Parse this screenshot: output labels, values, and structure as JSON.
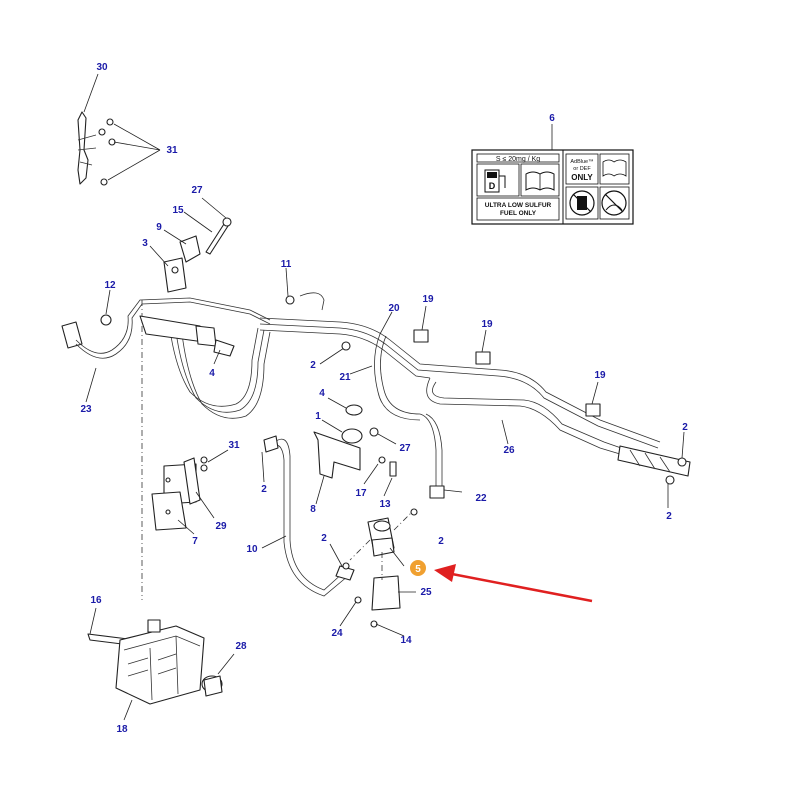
{
  "callouts": [
    {
      "id": "c30",
      "text": "30"
    },
    {
      "id": "c31a",
      "text": "31"
    },
    {
      "id": "c6",
      "text": "6"
    },
    {
      "id": "c27a",
      "text": "27"
    },
    {
      "id": "c15",
      "text": "15"
    },
    {
      "id": "c9",
      "text": "9"
    },
    {
      "id": "c3",
      "text": "3"
    },
    {
      "id": "c11",
      "text": "11"
    },
    {
      "id": "c12",
      "text": "12"
    },
    {
      "id": "c20",
      "text": "20"
    },
    {
      "id": "c19a",
      "text": "19"
    },
    {
      "id": "c19b",
      "text": "19"
    },
    {
      "id": "c19c",
      "text": "19"
    },
    {
      "id": "c2a",
      "text": "2"
    },
    {
      "id": "c21",
      "text": "21"
    },
    {
      "id": "c4a",
      "text": "4"
    },
    {
      "id": "c23",
      "text": "23"
    },
    {
      "id": "c4b",
      "text": "4"
    },
    {
      "id": "c1",
      "text": "1"
    },
    {
      "id": "c27b",
      "text": "27"
    },
    {
      "id": "c26",
      "text": "26"
    },
    {
      "id": "c2b",
      "text": "2"
    },
    {
      "id": "c2c",
      "text": "2"
    },
    {
      "id": "c31b",
      "text": "31"
    },
    {
      "id": "c2d",
      "text": "2"
    },
    {
      "id": "c17",
      "text": "17"
    },
    {
      "id": "c13",
      "text": "13"
    },
    {
      "id": "c22",
      "text": "22"
    },
    {
      "id": "c8",
      "text": "8"
    },
    {
      "id": "c29",
      "text": "29"
    },
    {
      "id": "c7",
      "text": "7"
    },
    {
      "id": "c2e",
      "text": "2"
    },
    {
      "id": "c2f",
      "text": "2"
    },
    {
      "id": "c10",
      "text": "10"
    },
    {
      "id": "c25",
      "text": "25"
    },
    {
      "id": "c16",
      "text": "16"
    },
    {
      "id": "c24",
      "text": "24"
    },
    {
      "id": "c14",
      "text": "14"
    },
    {
      "id": "c28",
      "text": "28"
    },
    {
      "id": "c18",
      "text": "18"
    }
  ],
  "highlight": {
    "text": "5",
    "color": "#f0a030"
  },
  "arrow_color": "#e02020",
  "decal": {
    "header": "S ≤ 20mg / Kg",
    "adblue_line1": "AdBlue™",
    "adblue_line2": "or DEF",
    "adblue_only": "ONLY",
    "fuel_line1": "ULTRA LOW SULFUR",
    "fuel_line2": "FUEL ONLY",
    "pump_letter": "D"
  }
}
